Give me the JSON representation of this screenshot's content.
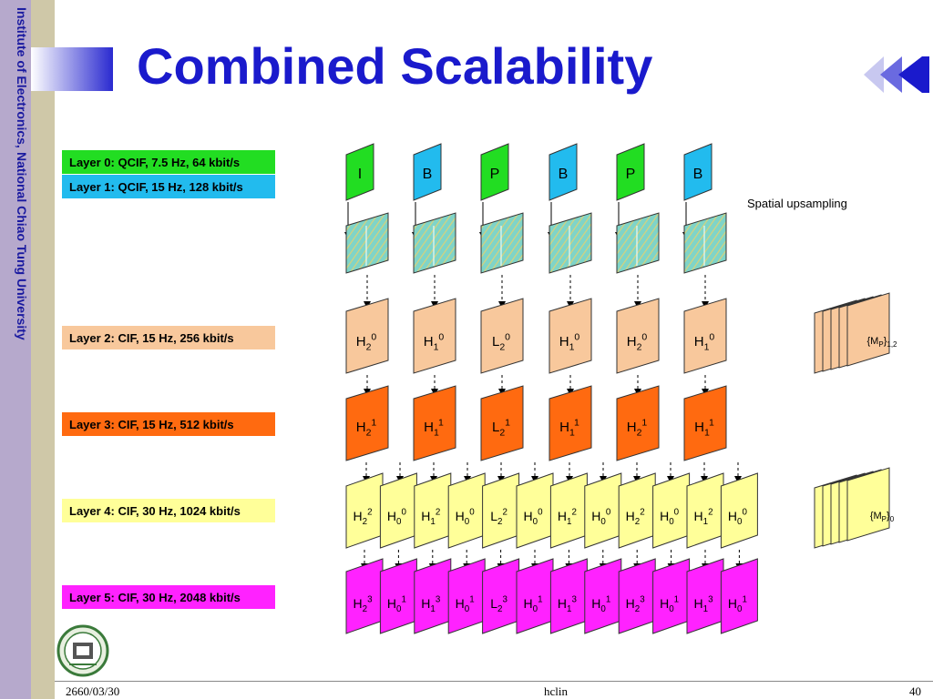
{
  "sidebar": {
    "part1": "Institute of Electronics, ",
    "part2": "National Chiao Tung University"
  },
  "title": "Combined Scalability",
  "layers": [
    {
      "label": "Layer 0: QCIF, 7.5 Hz, 64 kbit/s",
      "color": "#22dd22"
    },
    {
      "label": "Layer 1: QCIF, 15 Hz, 128 kbit/s",
      "color": "#22bbee"
    },
    {
      "label": "Layer 2: CIF, 15 Hz, 256 kbit/s",
      "color": "#f8c89c"
    },
    {
      "label": "Layer 3: CIF, 15 Hz, 512 kbit/s",
      "color": "#ff6a10"
    },
    {
      "label": "Layer 4: CIF, 30 Hz, 1024 kbit/s",
      "color": "#ffff99"
    },
    {
      "label": "Layer 5: CIF, 30 Hz, 2048 kbit/s",
      "color": "#ff22ff"
    }
  ],
  "diagram": {
    "base_frames": [
      {
        "label": "I",
        "color": "#22dd22"
      },
      {
        "label": "B",
        "color": "#22bbee"
      },
      {
        "label": "P",
        "color": "#22dd22"
      },
      {
        "label": "B",
        "color": "#22bbee"
      },
      {
        "label": "P",
        "color": "#22dd22"
      },
      {
        "label": "B",
        "color": "#22bbee"
      }
    ],
    "spatial_label": "Spatial upsampling",
    "row2": [
      [
        "H",
        "2",
        "0"
      ],
      [
        "H",
        "1",
        "0"
      ],
      [
        "L",
        "2",
        "0"
      ],
      [
        "H",
        "1",
        "0"
      ],
      [
        "H",
        "2",
        "0"
      ],
      [
        "H",
        "1",
        "0"
      ]
    ],
    "row3": [
      [
        "H",
        "2",
        "1"
      ],
      [
        "H",
        "1",
        "1"
      ],
      [
        "L",
        "2",
        "1"
      ],
      [
        "H",
        "1",
        "1"
      ],
      [
        "H",
        "2",
        "1"
      ],
      [
        "H",
        "1",
        "1"
      ]
    ],
    "row4": [
      [
        "H",
        "2",
        "2"
      ],
      [
        "H",
        "0",
        "0"
      ],
      [
        "H",
        "1",
        "2"
      ],
      [
        "H",
        "0",
        "0"
      ],
      [
        "L",
        "2",
        "2"
      ],
      [
        "H",
        "0",
        "0"
      ],
      [
        "H",
        "1",
        "2"
      ],
      [
        "H",
        "0",
        "0"
      ],
      [
        "H",
        "2",
        "2"
      ],
      [
        "H",
        "0",
        "0"
      ],
      [
        "H",
        "1",
        "2"
      ],
      [
        "H",
        "0",
        "0"
      ]
    ],
    "row5": [
      [
        "H",
        "2",
        "3"
      ],
      [
        "H",
        "0",
        "1"
      ],
      [
        "H",
        "1",
        "3"
      ],
      [
        "H",
        "0",
        "1"
      ],
      [
        "L",
        "2",
        "3"
      ],
      [
        "H",
        "0",
        "1"
      ],
      [
        "H",
        "1",
        "3"
      ],
      [
        "H",
        "0",
        "1"
      ],
      [
        "H",
        "2",
        "3"
      ],
      [
        "H",
        "0",
        "1"
      ],
      [
        "H",
        "1",
        "3"
      ],
      [
        "H",
        "0",
        "1"
      ]
    ],
    "motion_upper": {
      "pre": "{M",
      "sub1": "P",
      "mid": "}",
      "sub2": "1,2"
    },
    "motion_lower": {
      "pre": "{M",
      "sub1": "P",
      "mid": "}",
      "sub2": "0"
    }
  },
  "footer": {
    "date": "2660/03/30",
    "author": "hclin",
    "page": "40"
  }
}
